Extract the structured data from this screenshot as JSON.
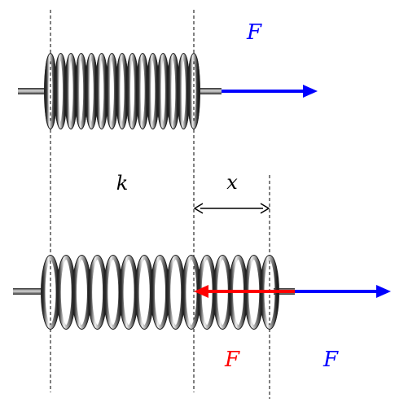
{
  "labels": {
    "force_top": "F",
    "spring_constant": "k",
    "extension": "x",
    "restoring_force": "F",
    "force_bottom": "F"
  },
  "colors": {
    "applied_force": "#0000ff",
    "restoring_force": "#ff0000",
    "coil_dark": "#303030",
    "coil_light": "#e8e8e8",
    "guide_line": "#000000"
  },
  "springs": {
    "relaxed_turns": 15,
    "stretched_turns": 15
  }
}
